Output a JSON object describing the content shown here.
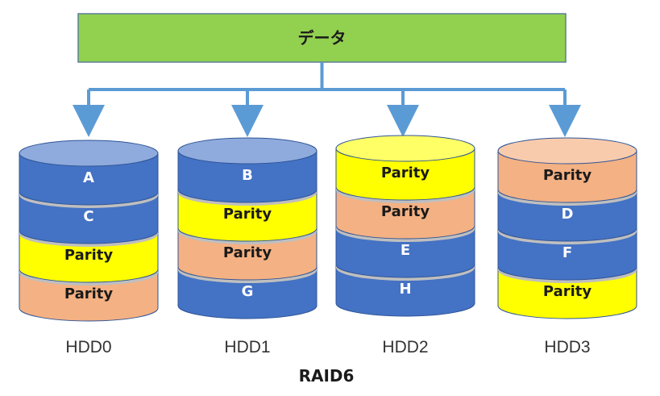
{
  "data_box": {
    "label": "データ",
    "fill": "#92D050",
    "stroke": "#5B7F95"
  },
  "arrow_color": "#5B9BD5",
  "colors": {
    "data_top": "#8FAADC",
    "data_side": "#4472C4",
    "data_text": "#ffffff",
    "yellow_top": "#FFFF66",
    "yellow_side": "#FFFF00",
    "salmon_top": "#F8CBAD",
    "salmon_side": "#F4B183",
    "parity_text": "#1a1a1a",
    "separator": "#BFBFBF",
    "edge": "#2F5597"
  },
  "disks": [
    {
      "name": "HDD0",
      "segments": [
        {
          "label": "A",
          "kind": "data"
        },
        {
          "label": "C",
          "kind": "data"
        },
        {
          "label": "Parity",
          "kind": "yellow"
        },
        {
          "label": "Parity",
          "kind": "salmon"
        }
      ]
    },
    {
      "name": "HDD1",
      "segments": [
        {
          "label": "B",
          "kind": "data"
        },
        {
          "label": "Parity",
          "kind": "yellow"
        },
        {
          "label": "Parity",
          "kind": "salmon"
        },
        {
          "label": "G",
          "kind": "data"
        }
      ]
    },
    {
      "name": "HDD2",
      "segments": [
        {
          "label": "Parity",
          "kind": "yellow"
        },
        {
          "label": "Parity",
          "kind": "salmon"
        },
        {
          "label": "E",
          "kind": "data"
        },
        {
          "label": "H",
          "kind": "data"
        }
      ]
    },
    {
      "name": "HDD3",
      "segments": [
        {
          "label": "Parity",
          "kind": "salmon"
        },
        {
          "label": "D",
          "kind": "data"
        },
        {
          "label": "F",
          "kind": "data"
        },
        {
          "label": "Parity",
          "kind": "yellow"
        }
      ]
    }
  ],
  "title": "RAID6"
}
